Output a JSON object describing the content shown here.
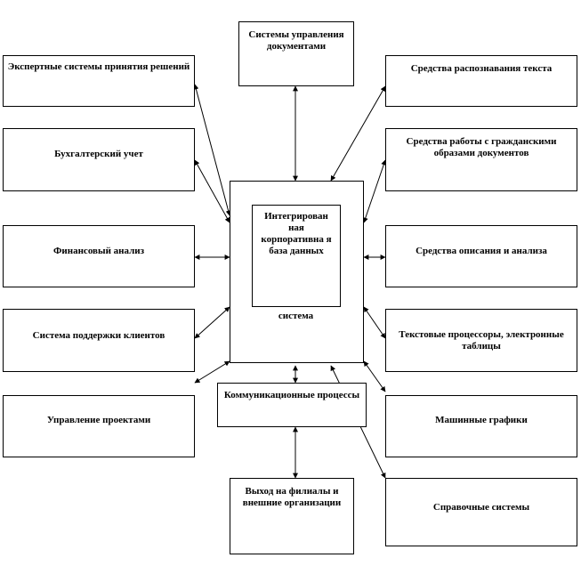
{
  "boxes": {
    "doc_mgmt": "Системы управления документами",
    "expert": "Экспертные системы принятия решений",
    "text_recog": "Средства распознавания текста",
    "accounting": "Бухгалтерский учет",
    "civil_docs": "Средства работы с гражданскими образами документов",
    "financial": "Финансовый анализ",
    "description": "Средства описания и анализа",
    "client_support": "Система поддержки клиентов",
    "text_proc": "Текстовые процессоры, электронные таблицы",
    "project_mgmt": "Управление проектами",
    "comm": "Коммуникационные процессы",
    "graphics": "Машинные графики",
    "output": "Выход на филиалы и внешние организации",
    "reference": "Справочные системы",
    "core_db": "Интегрирован ная корпоративна я база данных",
    "core_system": "система"
  },
  "colors": {
    "line": "#000000",
    "background": "#ffffff"
  }
}
